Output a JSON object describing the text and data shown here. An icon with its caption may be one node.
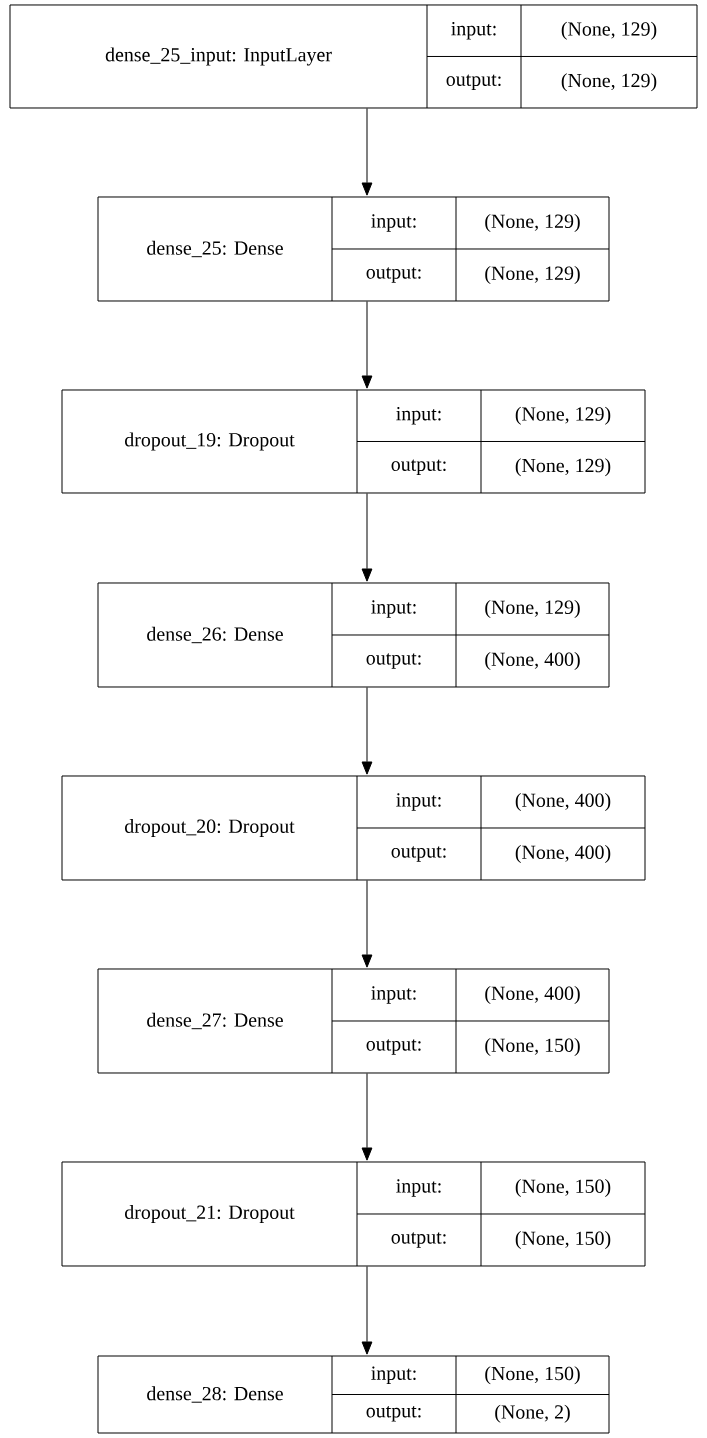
{
  "diagram": {
    "nodes": [
      {
        "text": [
          "dense_25_input: InputLayer",
          "input:",
          "(None, 129)",
          "output:",
          "(None, 129)"
        ]
      },
      {
        "text": [
          "dense_25: Dense",
          "input:",
          "(None, 129)",
          "output:",
          "(None, 129)"
        ]
      },
      {
        "text": [
          "dropout_19: Dropout",
          "input:",
          "(None, 129)",
          "output:",
          "(None, 129)"
        ]
      },
      {
        "text": [
          "dense_26: Dense",
          "input:",
          "(None, 129)",
          "output:",
          "(None, 400)"
        ]
      },
      {
        "text": [
          "dropout_20: Dropout",
          "input:",
          "(None, 400)",
          "output:",
          "(None, 400)"
        ]
      },
      {
        "text": [
          "dense_27: Dense",
          "input:",
          "(None, 400)",
          "output:",
          "(None, 150)"
        ]
      },
      {
        "text": [
          "dropout_21: Dropout",
          "input:",
          "(None, 150)",
          "output:",
          "(None, 150)"
        ]
      },
      {
        "text": [
          "dense_28: Dense",
          "input:",
          "(None, 150)",
          "output:",
          "(None, 2)"
        ]
      }
    ],
    "edges": [
      {
        "from": 0,
        "to": 1,
        "arrow": "to"
      },
      {
        "from": 1,
        "to": 2,
        "arrow": "to"
      },
      {
        "from": 2,
        "to": 3,
        "arrow": "to"
      },
      {
        "from": 3,
        "to": 4,
        "arrow": "to"
      },
      {
        "from": 4,
        "to": 5,
        "arrow": "to"
      },
      {
        "from": 5,
        "to": 6,
        "arrow": "to"
      },
      {
        "from": 6,
        "to": 7,
        "arrow": "to"
      }
    ]
  }
}
